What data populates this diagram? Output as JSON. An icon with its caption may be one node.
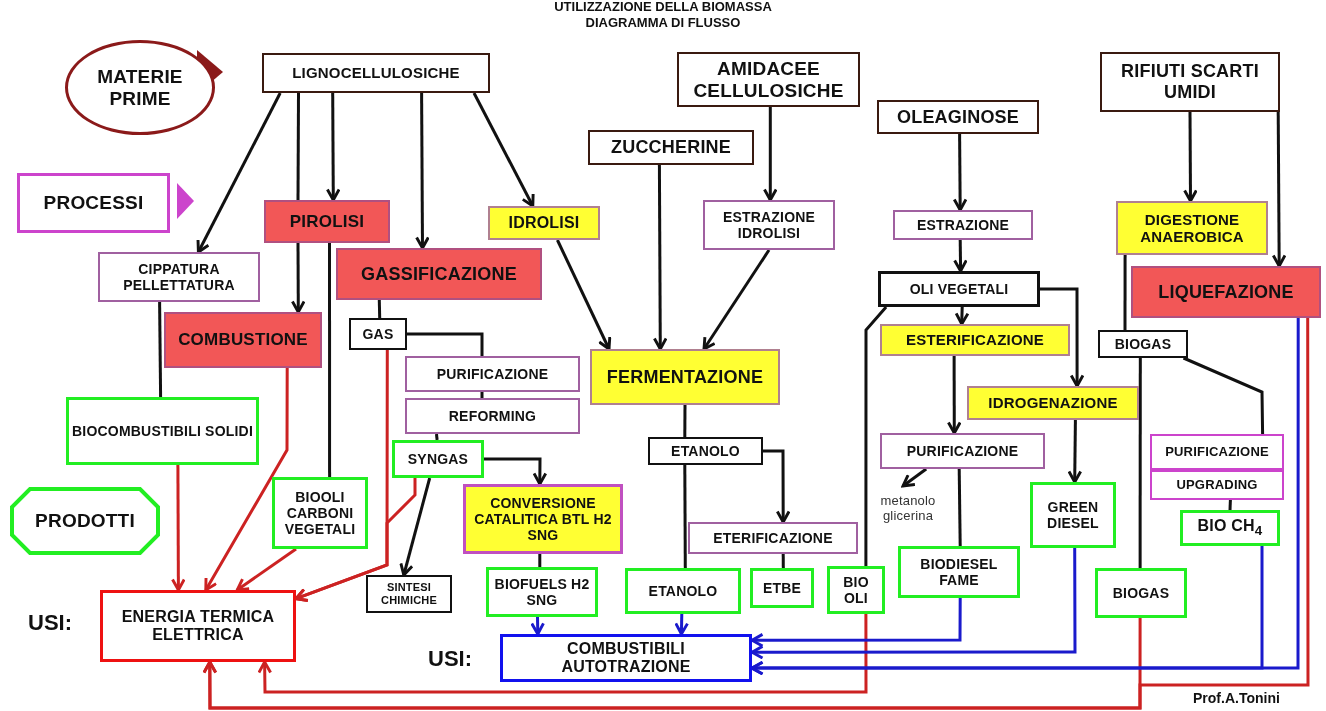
{
  "diagram": {
    "title": "UTILIZZAZIONE DELLA BIOMASSA",
    "nodes": [
      {
        "text": [
          "MATERIE PRIME"
        ]
      },
      {
        "text": [
          "PROCESSI"
        ]
      },
      {
        "text": [
          "PRODOTTI"
        ]
      },
      {
        "text": [
          "LIGNOCELLULOSICHE"
        ]
      },
      {
        "text": [
          "AMIDACEE CELLULOSICHE"
        ]
      },
      {
        "text": [
          "ZUCCHERINE"
        ]
      },
      {
        "text": [
          "OLEAGINOSE"
        ]
      },
      {
        "text": [
          "RIFIUTI SCARTI UMIDI"
        ]
      },
      {
        "text": [
          "CIPPATURA PELLETTATURA"
        ]
      },
      {
        "text": [
          "PIROLISI"
        ]
      },
      {
        "text": [
          "IDROLISI"
        ]
      },
      {
        "text": [
          "GASSIFICAZIONE"
        ]
      },
      {
        "text": [
          "ESTRAZIONE IDROLISI"
        ]
      },
      {
        "text": [
          "ESTRAZIONE"
        ]
      },
      {
        "text": [
          "DIGESTIONE ANAEROBICA"
        ]
      },
      {
        "text": [
          "LIQUEFAZIONE"
        ]
      },
      {
        "text": [
          "COMBUSTIONE"
        ]
      },
      {
        "text": [
          "GAS"
        ]
      },
      {
        "text": [
          "OLI VEGETALI"
        ]
      },
      {
        "text": [
          "ESTERIFICAZIONE"
        ]
      },
      {
        "text": [
          "BIOGAS"
        ]
      },
      {
        "text": [
          "PURIFICAZIONE"
        ]
      },
      {
        "text": [
          "FERMENTAZIONE"
        ]
      },
      {
        "text": [
          "REFORMING"
        ]
      },
      {
        "text": [
          "IDROGENAZIONE"
        ]
      },
      {
        "text": [
          "ETANOLO"
        ]
      },
      {
        "text": [
          "PURIFICAZIONE"
        ]
      },
      {
        "text": [
          "PURIFICAZIONE"
        ]
      },
      {
        "text": [
          "UPGRADING"
        ]
      },
      {
        "text": [
          "BIOCOMBUSTIBILI SOLIDI"
        ]
      },
      {
        "text": [
          "SYNGAS"
        ]
      },
      {
        "text": [
          "CONVERSIONE CATALITICA BTL H2 SNG"
        ]
      },
      {
        "text": [
          "BIOOLI CARBONI VEGETALI"
        ]
      },
      {
        "text": [
          "ETERIFICAZIONE"
        ]
      },
      {
        "text": [
          "GREEN DIESEL"
        ]
      },
      {
        "text": [
          "BIO CH$_{4}$"
        ]
      },
      {
        "text": [
          "SINTESI CHIMICHE"
        ]
      },
      {
        "text": [
          "BIOFUELS H2 SNG"
        ]
      },
      {
        "text": [
          "ETANOLO"
        ]
      },
      {
        "text": [
          "ETBE"
        ]
      },
      {
        "text": [
          "BIO OLI"
        ]
      },
      {
        "text": [
          "BIODIESEL FAME"
        ]
      },
      {
        "text": [
          "BIOGAS"
        ]
      },
      {
        "text": [
          "ENERGIA TERMICA ELETTRICA"
        ]
      },
      {
        "text": [
          "COMBUSTIBILI AUTOTRAZIONE"
        ]
      },
      {
        "text": [
          "metanolo glicerina"
        ]
      }
    ],
    "edges": [
      {
        "from": 3,
        "to": 8,
        "arrow": "to"
      },
      {
        "from": 3,
        "to": 9,
        "arrow": "none"
      },
      {
        "from": 3,
        "to": 9,
        "arrow": "to"
      },
      {
        "from": 9,
        "to": 16,
        "arrow": "to"
      },
      {
        "from": 3,
        "to": 11,
        "arrow": "to"
      },
      {
        "from": 3,
        "to": 10,
        "arrow": "to"
      },
      {
        "from": 10,
        "to": 22,
        "arrow": "to"
      },
      {
        "from": 5,
        "to": 22,
        "arrow": "to"
      },
      {
        "from": 4,
        "to": 12,
        "arrow": "to"
      },
      {
        "from": 12,
        "to": 22,
        "arrow": "to"
      },
      {
        "from": 6,
        "to": 13,
        "arrow": "to"
      },
      {
        "from": 13,
        "to": 18,
        "arrow": "to"
      },
      {
        "from": 18,
        "to": 19,
        "arrow": "to"
      },
      {
        "from": 18,
        "to": 24,
        "arrow": "to"
      },
      {
        "from": 18,
        "to": 40,
        "arrow": "none"
      },
      {
        "from": 19,
        "to": 26,
        "arrow": "to"
      },
      {
        "from": 24,
        "to": 34,
        "arrow": "to"
      },
      {
        "from": 26,
        "to": 45,
        "arrow": "to"
      },
      {
        "from": 26,
        "to": 41,
        "arrow": "none"
      },
      {
        "from": 7,
        "to": 14,
        "arrow": "to"
      },
      {
        "from": 7,
        "to": 15,
        "arrow": "to"
      },
      {
        "from": 14,
        "to": 20,
        "arrow": "none"
      },
      {
        "from": 20,
        "to": 42,
        "arrow": "none"
      },
      {
        "from": 20,
        "to": 27,
        "arrow": "none"
      },
      {
        "from": 28,
        "to": 35,
        "arrow": "none"
      },
      {
        "from": 8,
        "to": 29,
        "arrow": "none"
      },
      {
        "from": 9,
        "to": 32,
        "arrow": "none"
      },
      {
        "from": 11,
        "to": 17,
        "arrow": "none"
      },
      {
        "from": 17,
        "to": 21,
        "arrow": "none"
      },
      {
        "from": 21,
        "to": 23,
        "arrow": "none"
      },
      {
        "from": 23,
        "to": 30,
        "arrow": "none"
      },
      {
        "from": 30,
        "to": 31,
        "arrow": "to"
      },
      {
        "from": 30,
        "to": 36,
        "arrow": "to"
      },
      {
        "from": 31,
        "to": 37,
        "arrow": "none"
      },
      {
        "from": 22,
        "to": 25,
        "arrow": "none"
      },
      {
        "from": 25,
        "to": 38,
        "arrow": "none"
      },
      {
        "from": 25,
        "to": 33,
        "arrow": "to"
      },
      {
        "from": 33,
        "to": 39,
        "arrow": "none"
      },
      {
        "from": 29,
        "to": 43,
        "arrow": "to",
        "color": "#cc2222"
      },
      {
        "from": 16,
        "to": 43,
        "arrow": "to",
        "color": "#cc2222"
      },
      {
        "from": 32,
        "to": 43,
        "arrow": "to",
        "color": "#cc2222"
      },
      {
        "from": 17,
        "to": 43,
        "arrow": "to",
        "color": "#cc2222"
      },
      {
        "from": 30,
        "to": 43,
        "arrow": "to",
        "color": "#cc2222"
      },
      {
        "from": 40,
        "to": 43,
        "arrow": "to",
        "color": "#cc2222"
      },
      {
        "from": 42,
        "to": 43,
        "arrow": "to",
        "color": "#cc2222"
      },
      {
        "from": 15,
        "to": 43,
        "arrow": "to",
        "color": "#cc2222"
      },
      {
        "from": 37,
        "to": 44,
        "arrow": "to",
        "color": "#1a1acc"
      },
      {
        "from": 38,
        "to": 44,
        "arrow": "to",
        "color": "#1a1acc"
      },
      {
        "from": 41,
        "to": 44,
        "arrow": "to",
        "color": "#1a1acc"
      },
      {
        "from": 34,
        "to": 44,
        "arrow": "to",
        "color": "#1a1acc"
      },
      {
        "from": 35,
        "to": 44,
        "arrow": "to",
        "color": "#1a1acc"
      },
      {
        "from": 15,
        "to": 44,
        "arrow": "to",
        "color": "#1a1acc"
      }
    ],
    "labels": [
      "DIAGRAMMA DI FLUSSO",
      "USI:",
      "USI:",
      "Prof.A.Tonini"
    ]
  }
}
